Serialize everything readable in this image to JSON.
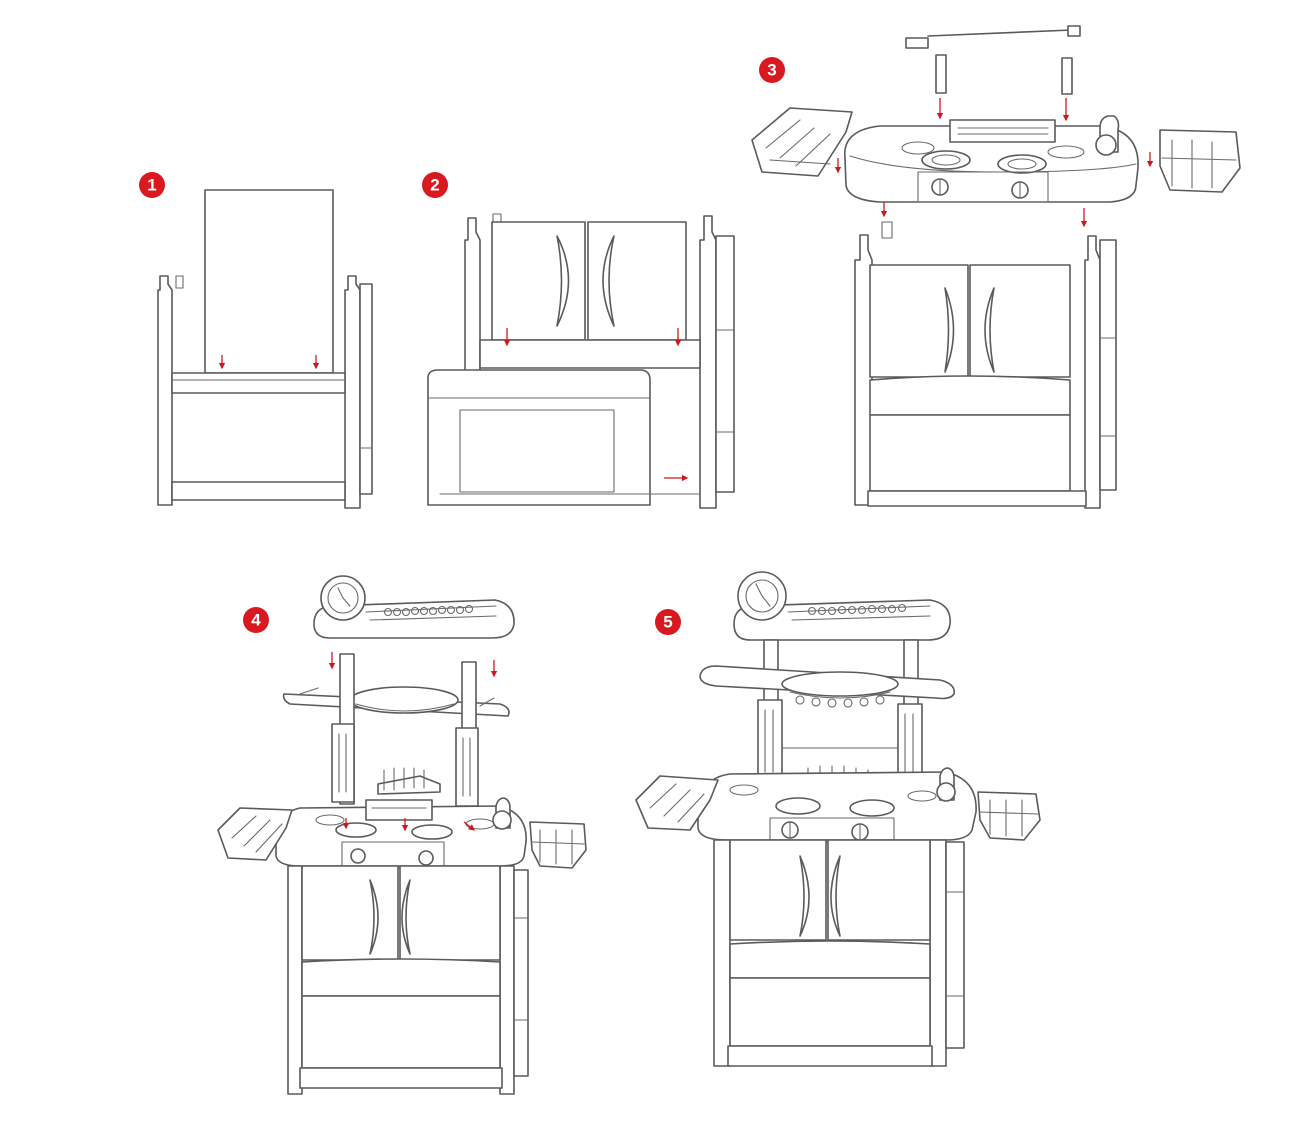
{
  "steps": [
    {
      "label": "1"
    },
    {
      "label": "2"
    },
    {
      "label": "3"
    },
    {
      "label": "4"
    },
    {
      "label": "5"
    }
  ],
  "colors": {
    "accent": "#d81920",
    "line": "#5a5a5a",
    "background": "#ffffff"
  }
}
